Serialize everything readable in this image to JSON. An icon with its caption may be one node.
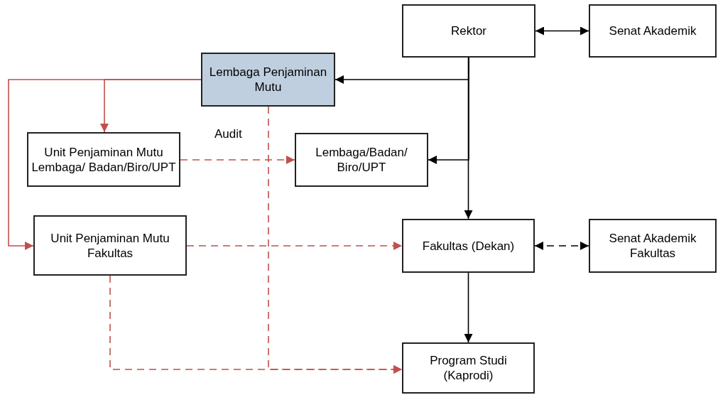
{
  "diagram": {
    "nodes": [
      {
        "text": [
          "Rektor"
        ]
      },
      {
        "text": [
          "Senat Akademik"
        ]
      },
      {
        "text": [
          "Lembaga Penjaminan Mutu"
        ]
      },
      {
        "text": [
          "Unit Penjaminan Mutu Lembaga/ Badan/Biro/UPT"
        ]
      },
      {
        "text": [
          "Lembaga/Badan/ Biro/UPT"
        ]
      },
      {
        "text": [
          "Unit Penjaminan Mutu Fakultas"
        ]
      },
      {
        "text": [
          "Fakultas (Dekan)"
        ]
      },
      {
        "text": [
          "Senat Akademik Fakultas"
        ]
      },
      {
        "text": [
          "Program Studi (Kaprodi)"
        ]
      }
    ],
    "edges": [
      {
        "from": 0,
        "to": 1,
        "arrow": "both"
      },
      {
        "from": 0,
        "to": 2,
        "arrow": "to"
      },
      {
        "from": 0,
        "to": 4,
        "arrow": "to"
      },
      {
        "from": 0,
        "to": 6,
        "arrow": "to"
      },
      {
        "from": 6,
        "to": 7,
        "arrow": "both",
        "style": "dashed"
      },
      {
        "from": 6,
        "to": 8,
        "arrow": "to"
      },
      {
        "from": 2,
        "to": 3,
        "arrow": "to",
        "color": "#c0504d"
      },
      {
        "from": 2,
        "to": 5,
        "arrow": "to",
        "color": "#c0504d"
      },
      {
        "from": 3,
        "to": 4,
        "arrow": "to",
        "style": "dashed",
        "color": "#c0504d"
      },
      {
        "from": 5,
        "to": 6,
        "arrow": "to",
        "style": "dashed",
        "color": "#c0504d"
      },
      {
        "from": 5,
        "to": 8,
        "arrow": "to",
        "style": "dashed",
        "color": "#c0504d"
      },
      {
        "from": 2,
        "to": 8,
        "arrow": "to",
        "style": "dashed",
        "color": "#c0504d"
      }
    ],
    "labels": [
      "Audit"
    ]
  }
}
